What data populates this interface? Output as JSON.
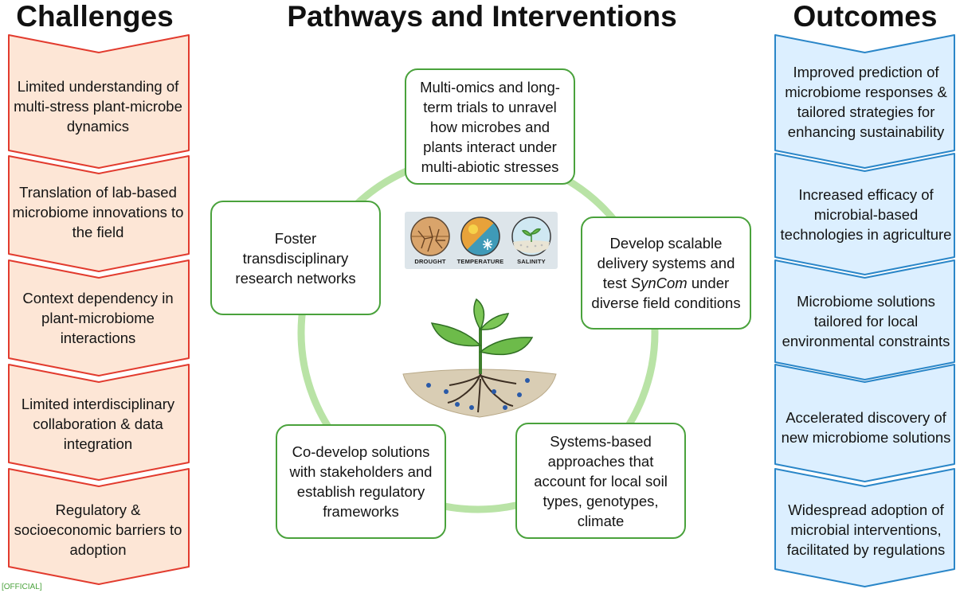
{
  "titles": {
    "left": "Challenges",
    "center": "Pathways and Interventions",
    "right": "Outcomes"
  },
  "challenges": [
    "Limited understanding of multi-stress plant-microbe dynamics",
    "Translation of lab-based microbiome innovations to the field",
    "Context dependency in plant-microbiome interactions",
    "Limited interdisciplinary collaboration & data integration",
    "Regulatory & socioeconomic barriers to adoption"
  ],
  "pathways": {
    "top": "Multi-omics and long-term trials to unravel how microbes and plants interact under multi-abiotic stresses",
    "left": "Foster transdisciplinary research networks",
    "right_pre": "Develop scalable delivery systems and test ",
    "right_em": "SynCom",
    "right_post": " under diverse field conditions",
    "bottom_left": "Co-develop solutions with stakeholders and establish regulatory frameworks",
    "bottom_right": "Systems-based approaches that account for local soil types, genotypes, climate"
  },
  "stress_labels": [
    "DROUGHT",
    "TEMPERATURE",
    "SALINITY"
  ],
  "outcomes": [
    "Improved prediction of microbiome responses & tailored strategies for enhancing sustainability",
    "Increased efficacy of microbial-based technologies in agriculture",
    "Microbiome solutions tailored for local environmental constraints",
    "Accelerated discovery of new microbiome solutions",
    "Widespread adoption of microbial interventions, facilitated by regulations"
  ],
  "footer": "[OFFICIAL]",
  "colors": {
    "challenge_fill": "#fde6d6",
    "challenge_stroke": "#e23b2e",
    "outcome_fill": "#dcefff",
    "outcome_stroke": "#2a86c8",
    "node_border": "#4aa23c",
    "ring": "#b9e3a6"
  },
  "icons": [
    "drought-icon",
    "temperature-icon",
    "salinity-icon",
    "plant-illustration"
  ]
}
